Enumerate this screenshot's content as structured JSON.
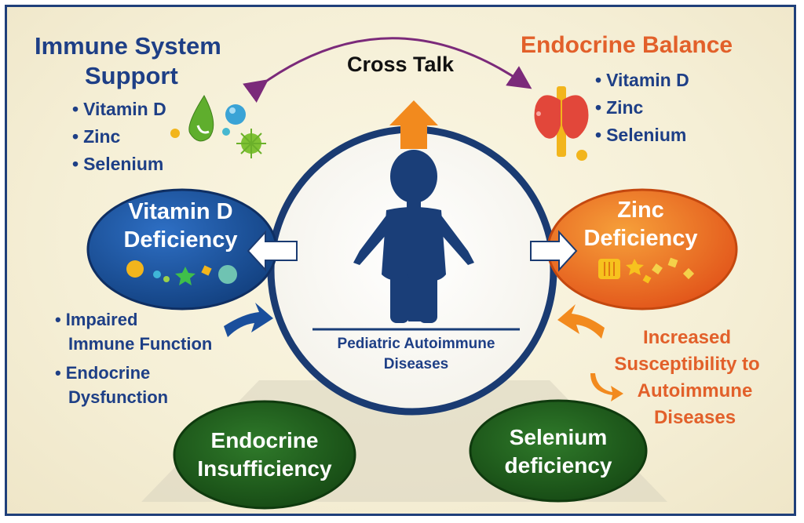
{
  "cross_talk": "Cross Talk",
  "immune": {
    "title_line1": "Immune System",
    "title_line2": "Support",
    "items": [
      "Vitamin D",
      "Zinc",
      "Selenium"
    ]
  },
  "endocrine": {
    "title": "Endocrine Balance",
    "items": [
      "Vitamin D",
      "Zinc",
      "Selenium"
    ]
  },
  "vitamin_d_deficiency": {
    "line1": "Vitamin D",
    "line2": "Deficiency"
  },
  "zinc_deficiency": {
    "line1": "Zinc",
    "line2": "Deficiency"
  },
  "center": {
    "line1": "Pediatric Autoimmune",
    "line2": "Diseases"
  },
  "left_effects": [
    {
      "line1": "Impaired",
      "line2": "Immune Function"
    },
    {
      "line1": "Endocrine",
      "line2": "Dysfunction"
    }
  ],
  "right_effects": [
    "Increased",
    "Susceptibility to",
    "Autoimmune",
    "Diseases"
  ],
  "endocrine_insufficiency": {
    "line1": "Endocrine",
    "line2": "Insufficiency"
  },
  "selenium_deficiency": {
    "line1": "Selenium",
    "line2": "deficiency"
  },
  "colors": {
    "navy": "#1e3f86",
    "orange": "#e2602a",
    "green": "#1f5a1b",
    "accent_orange": "#f28a1e"
  }
}
